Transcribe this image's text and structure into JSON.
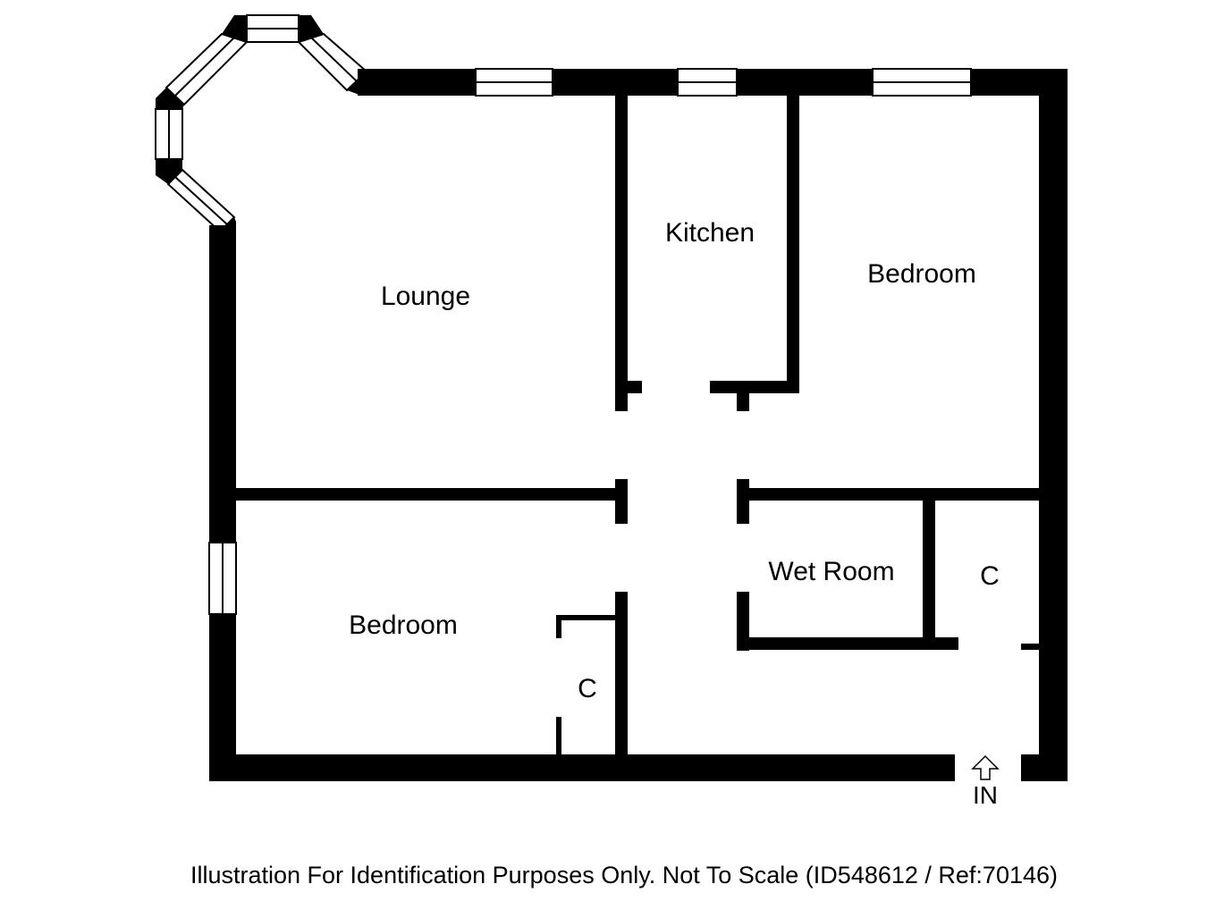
{
  "plan": {
    "rooms": {
      "lounge": "Lounge",
      "kitchen": "Kitchen",
      "bedroom_main": "Bedroom",
      "bedroom_second": "Bedroom",
      "wet_room": "Wet Room",
      "cupboard_bedroom": "C",
      "cupboard_hall": "C"
    },
    "entrance_label": "IN",
    "disclaimer": "Illustration For Identification Purposes Only. Not To Scale (ID548612 / Ref:70146)"
  },
  "colors": {
    "wall": "#000000",
    "background": "#ffffff"
  },
  "icons": {
    "entrance": "up-arrow-icon"
  }
}
